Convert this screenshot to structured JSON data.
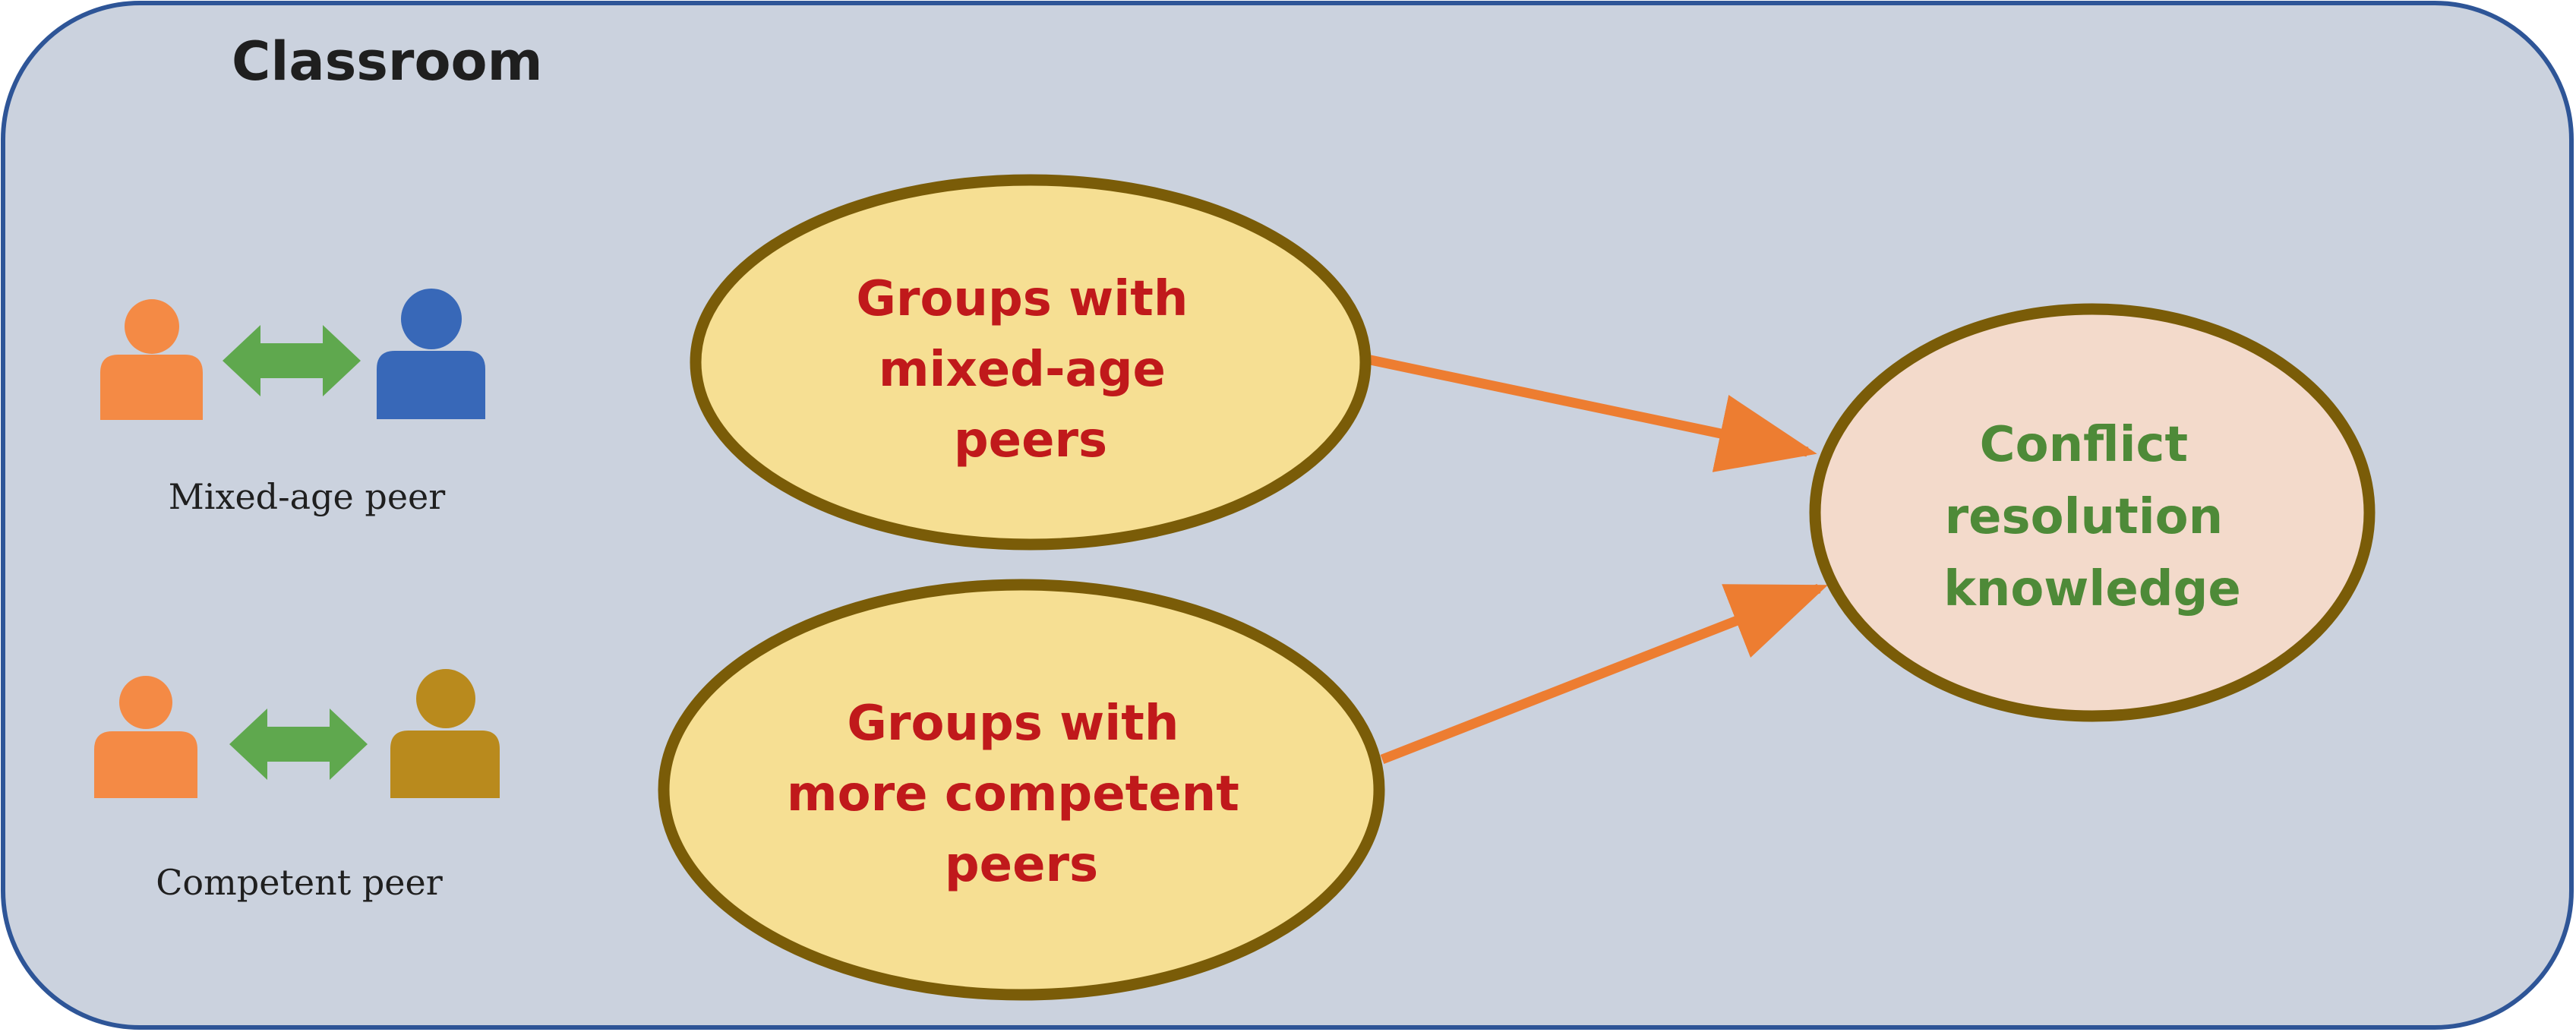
{
  "classroom": {
    "title": "Classroom"
  },
  "legend": {
    "mixed_age_caption": "Mixed-age peer",
    "competent_caption": "Competent peer"
  },
  "nodes": {
    "mixed_age_group": {
      "lines": [
        "Groups with",
        "mixed-age",
        "peers"
      ]
    },
    "competent_group": {
      "lines": [
        "Groups with",
        "more competent",
        "peers"
      ]
    },
    "outcome": {
      "lines": [
        "Conflict",
        "resolution",
        "knowledge"
      ]
    }
  },
  "colors": {
    "frame_fill": "#cbd2de",
    "frame_border": "#2e5597",
    "group_fill": "#f6df93",
    "ellipse_border": "#7a5c08",
    "outcome_fill": "#f3dacb",
    "group_text": "#c0191b",
    "outcome_text": "#4e8a38",
    "arrow": "#ed7d31",
    "double_arrow": "#5fa84e",
    "person_orange": "#f48a45",
    "person_blue": "#3868b8",
    "person_gold": "#b98a1d",
    "title_text": "#1f1f1f"
  }
}
